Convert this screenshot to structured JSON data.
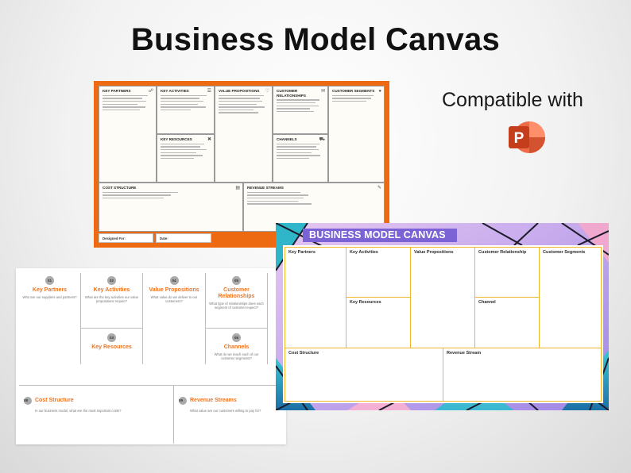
{
  "title": "Business Model Canvas",
  "compatible_text": "Compatible with",
  "compat_icon": "powerpoint-icon",
  "compat_icon_letter": "P",
  "colors": {
    "orange_frame": "#ee6a12",
    "white_accent": "#ee7420",
    "pattern_band": "#7b63d6",
    "pattern_cell_border": "#f1b52c",
    "ppt_dark": "#c43e1c",
    "ppt_light": "#ed6c47"
  },
  "orange_canvas": {
    "cells": {
      "key_partners": "KEY PARTNERS",
      "key_activities": "KEY ACTIVITIES",
      "value_propositions": "VALUE PROPOSITIONS",
      "customer_relationships": "CUSTOMER RELATIONSHIPS",
      "customer_segments": "CUSTOMER SEGMENTS",
      "key_resources": "KEY RESOURCES",
      "channels": "CHANNELS",
      "cost_structure": "COST STRUCTURE",
      "revenue_streams": "REVENUE STREAMS"
    },
    "designed_for": "Designed For:",
    "date": "Date:"
  },
  "white_canvas": {
    "cells": [
      {
        "num": "01",
        "title": "Key Partners",
        "desc": "Who are our suppliers and partners?"
      },
      {
        "num": "02",
        "title": "Key Activities",
        "desc": "What are the key activities our value propositions require?"
      },
      {
        "num": "03",
        "title": "Key Resources",
        "desc": ""
      },
      {
        "num": "04",
        "title": "Value Propositions",
        "desc": "What value do we deliver to our customers?"
      },
      {
        "num": "05",
        "title": "Customer Relationships",
        "desc": "What type of relationships does each segment of customer expect?"
      },
      {
        "num": "06",
        "title": "Channels",
        "desc": "What do we reach each of our customer segments?"
      },
      {
        "num": "08",
        "title": "Cost Structure",
        "desc": "In our business model, what are the most important costs?"
      },
      {
        "num": "09",
        "title": "Revenue Streams",
        "desc": "What value are our customers willing to pay for?"
      }
    ]
  },
  "pattern_canvas": {
    "title": "BUSINESS MODEL CANVAS",
    "cells": {
      "key_partners": "Key Partners",
      "key_activities": "Key Activities",
      "value_propositions": "Value Propositions",
      "customer_relationship": "Customer Relationship",
      "customer_segments": "Customer Segments",
      "key_resources": "Key Resources",
      "channel": "Channel",
      "cost_structure": "Cost Structure",
      "revenue_stream": "Revenue Stream"
    }
  }
}
